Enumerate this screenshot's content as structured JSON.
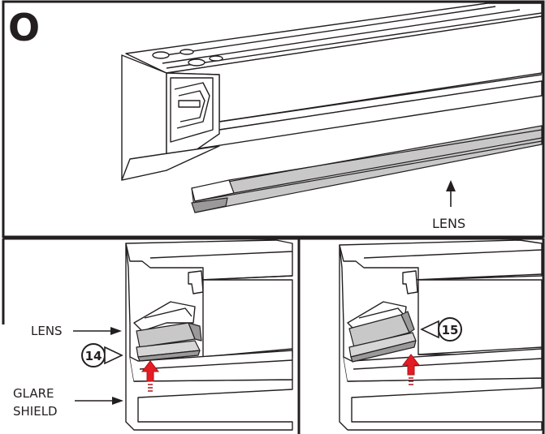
{
  "diagram": {
    "step_letter": "O",
    "panels": {
      "overview": {
        "lens_label": "LENS"
      },
      "detail_left": {
        "lens_label": "LENS",
        "glare_label_line1": "GLARE",
        "glare_label_line2": "SHIELD",
        "step_number": "14"
      },
      "detail_right": {
        "step_number": "15"
      }
    },
    "colors": {
      "stroke": "#231f20",
      "lens_fill": "#c8c8c8",
      "lens_dark": "#9a9a9a",
      "arrow_red": "#e31d23",
      "arrow_dark_red": "#b01218"
    }
  }
}
